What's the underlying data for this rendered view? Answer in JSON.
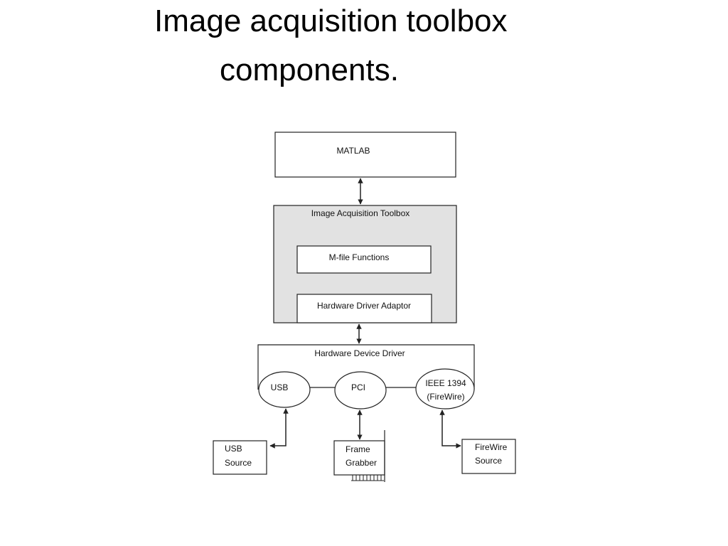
{
  "title": {
    "line1": "Image acquisition toolbox",
    "line2": "components."
  },
  "diagram": {
    "matlab": "MATLAB",
    "toolbox": {
      "label": "Image Acquisition Toolbox",
      "mfile": "M-file Functions",
      "adaptor": "Hardware Driver Adaptor"
    },
    "device_driver": {
      "label": "Hardware Device Driver",
      "usb": "USB",
      "pci": "PCI",
      "ieee_line1": "IEEE 1394",
      "ieee_line2": "(FireWire)"
    },
    "sources": {
      "usb_line1": "USB",
      "usb_line2": "Source",
      "frame_line1": "Frame",
      "frame_line2": "Grabber",
      "firewire_line1": "FireWire",
      "firewire_line2": "Source"
    },
    "colors": {
      "toolbox_fill": "#e2e2e2",
      "stroke": "#222222"
    }
  }
}
